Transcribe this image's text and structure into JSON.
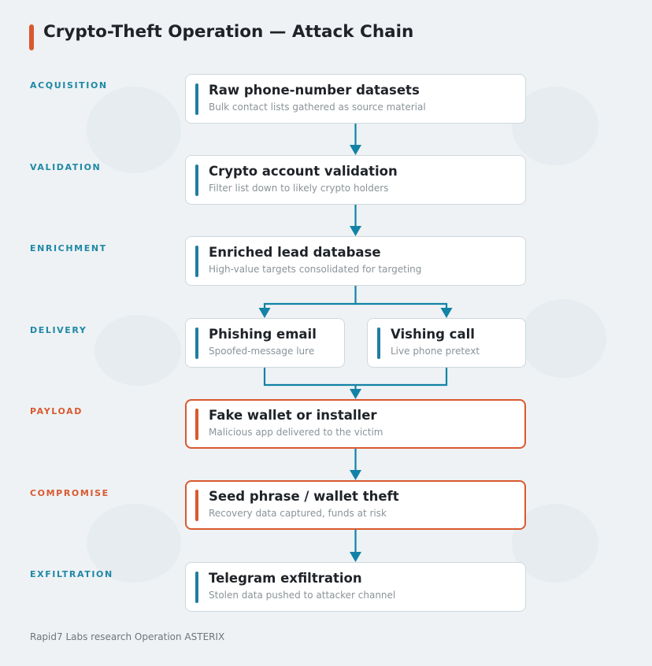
{
  "title": "Crypto-Theft Operation — Attack Chain",
  "colors": {
    "accent_teal": "#1f88a6",
    "accent_orange": "#d9592f",
    "background": "#eef2f4"
  },
  "stages": [
    {
      "label": "ACQUISITION"
    },
    {
      "label": "VALIDATION"
    },
    {
      "label": "ENRICHMENT"
    },
    {
      "label": "DELIVERY"
    },
    {
      "label": "PAYLOAD"
    },
    {
      "label": "COMPROMISE"
    },
    {
      "label": "EXFILTRATION"
    }
  ],
  "nodes": {
    "raw_datasets": {
      "title": "Raw phone-number datasets",
      "subtitle": "Bulk contact lists gathered as source material"
    },
    "validation": {
      "title": "Crypto account validation",
      "subtitle": "Filter list down to likely crypto holders"
    },
    "enrichment": {
      "title": "Enriched lead database",
      "subtitle": "High-value targets consolidated for targeting"
    },
    "phishing": {
      "title": "Phishing email",
      "subtitle": "Spoofed-message lure"
    },
    "vishing": {
      "title": "Vishing call",
      "subtitle": "Live phone pretext"
    },
    "payload": {
      "title": "Fake wallet or installer",
      "subtitle": "Malicious app delivered to the victim"
    },
    "theft": {
      "title": "Seed phrase / wallet theft",
      "subtitle": "Recovery data captured, funds at risk"
    },
    "exfiltration": {
      "title": "Telegram exfiltration",
      "subtitle": "Stolen data pushed to attacker channel"
    }
  },
  "footer": "Rapid7 Labs research Operation ASTERIX"
}
